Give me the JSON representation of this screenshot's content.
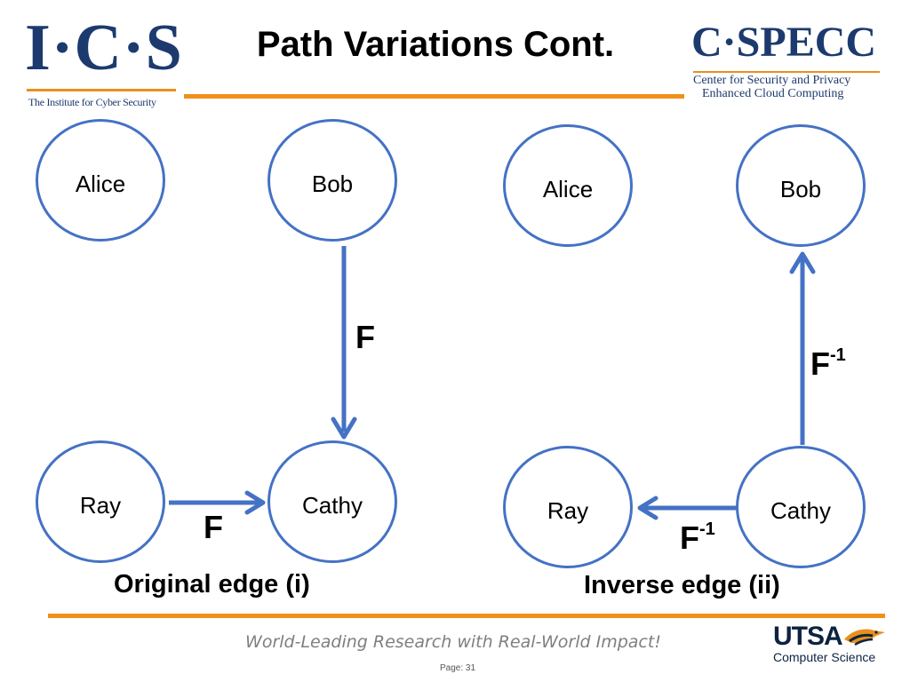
{
  "header": {
    "title": "Path Variations Cont.",
    "left_logo": {
      "letters": "I·C·S",
      "subtitle": "The Institute for Cyber Security"
    },
    "right_logo": {
      "name": "C·SPECC",
      "subtitle_line1": "Center for Security and Privacy",
      "subtitle_line2": "Enhanced Cloud Computing"
    }
  },
  "diagram_left": {
    "nodes": {
      "alice": "Alice",
      "bob": "Bob",
      "ray": "Ray",
      "cathy": "Cathy"
    },
    "edges": [
      {
        "from": "Bob",
        "to": "Cathy",
        "label": "F"
      },
      {
        "from": "Ray",
        "to": "Cathy",
        "label": "F"
      }
    ],
    "caption": "Original edge (i)"
  },
  "diagram_right": {
    "nodes": {
      "alice": "Alice",
      "bob": "Bob",
      "ray": "Ray",
      "cathy": "Cathy"
    },
    "edges": [
      {
        "from": "Cathy",
        "to": "Bob",
        "label": "F",
        "superscript": "-1"
      },
      {
        "from": "Cathy",
        "to": "Ray",
        "label": "F",
        "superscript": "-1"
      }
    ],
    "caption": "Inverse edge (ii)"
  },
  "footer": {
    "tagline": "World-Leading Research with Real-World Impact!",
    "page": "Page:  31",
    "logo_name": "UTSA",
    "logo_sub": "Computer Science"
  },
  "colors": {
    "node_border": "#4472c4",
    "arrow": "#4472c4",
    "accent_bar": "#f0901a",
    "logo_blue": "#1d3a6e"
  }
}
